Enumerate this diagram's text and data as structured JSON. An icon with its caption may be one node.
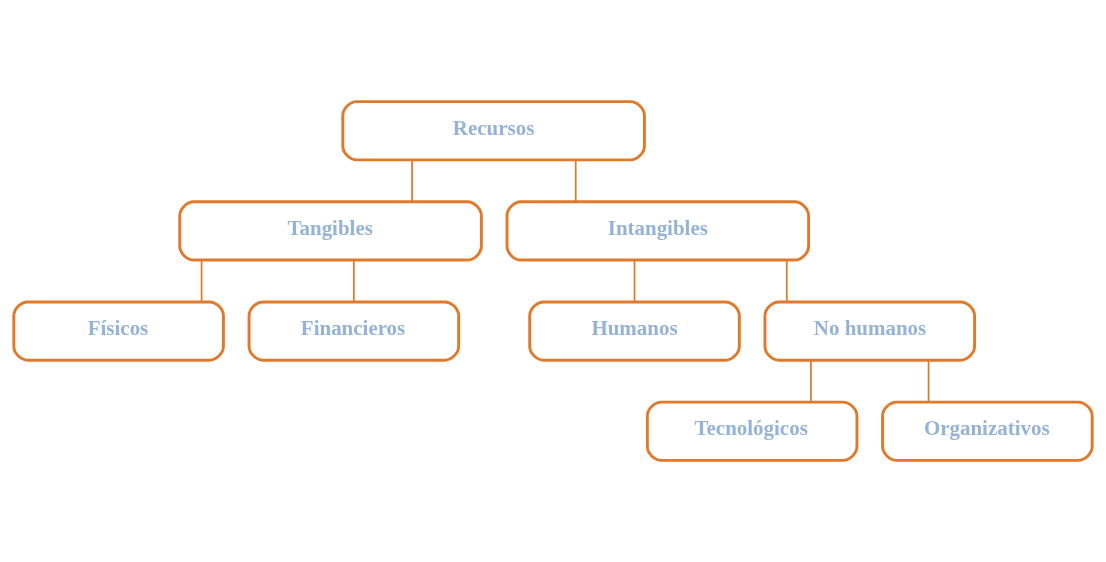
{
  "diagram": {
    "nodes": [
      {
        "text": [
          "Recursos"
        ]
      },
      {
        "text": [
          "Tangibles"
        ]
      },
      {
        "text": [
          "Intangibles"
        ]
      },
      {
        "text": [
          "Físicos"
        ]
      },
      {
        "text": [
          "Financieros"
        ]
      },
      {
        "text": [
          "Humanos"
        ]
      },
      {
        "text": [
          "No humanos"
        ]
      },
      {
        "text": [
          "Tecnológicos"
        ]
      },
      {
        "text": [
          "Organizativos"
        ]
      }
    ],
    "edges": [
      {
        "from": 0,
        "to": 1,
        "arrow": "none"
      },
      {
        "from": 0,
        "to": 2,
        "arrow": "none"
      },
      {
        "from": 1,
        "to": 3,
        "arrow": "none"
      },
      {
        "from": 1,
        "to": 4,
        "arrow": "none"
      },
      {
        "from": 2,
        "to": 5,
        "arrow": "none"
      },
      {
        "from": 2,
        "to": 6,
        "arrow": "none"
      },
      {
        "from": 6,
        "to": 7,
        "arrow": "none"
      },
      {
        "from": 6,
        "to": 8,
        "arrow": "none"
      }
    ]
  }
}
